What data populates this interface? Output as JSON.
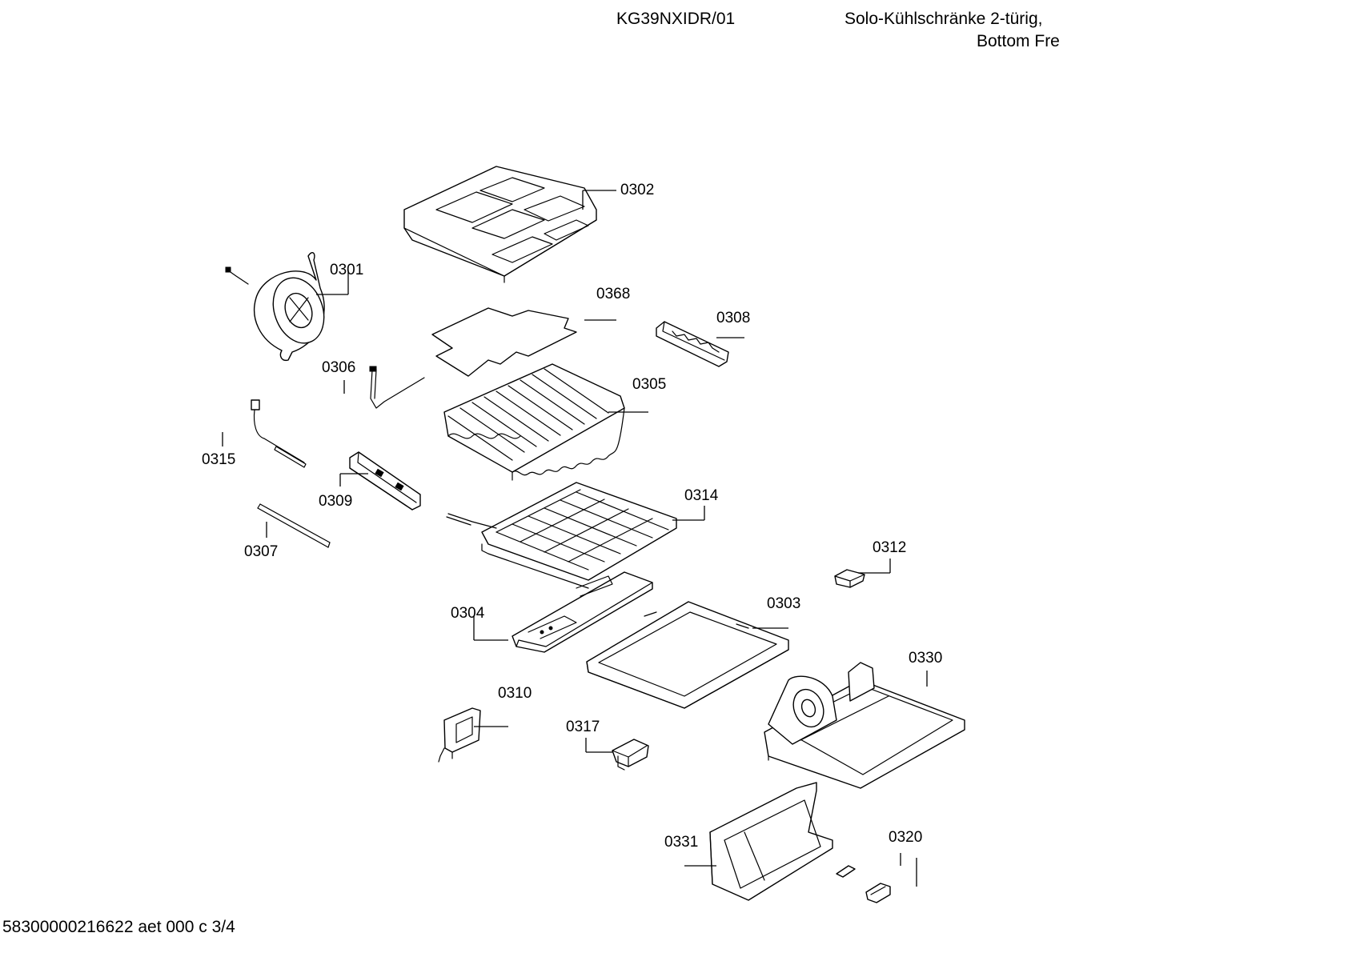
{
  "header": {
    "model": "KG39NXIDR/01",
    "description_line1": "Solo-Kühlschränke 2-türig,",
    "description_line2": "Bottom Fre"
  },
  "footer": {
    "doc_ref": "58300000216622 aet 000 c 3/4"
  },
  "parts": [
    {
      "id": "p0302",
      "label": "0302"
    },
    {
      "id": "p0301",
      "label": "0301"
    },
    {
      "id": "p0368",
      "label": "0368"
    },
    {
      "id": "p0308",
      "label": "0308"
    },
    {
      "id": "p0306",
      "label": "0306"
    },
    {
      "id": "p0305",
      "label": "0305"
    },
    {
      "id": "p0315",
      "label": "0315"
    },
    {
      "id": "p0309",
      "label": "0309"
    },
    {
      "id": "p0314",
      "label": "0314"
    },
    {
      "id": "p0307",
      "label": "0307"
    },
    {
      "id": "p0312",
      "label": "0312"
    },
    {
      "id": "p0304",
      "label": "0304"
    },
    {
      "id": "p0303",
      "label": "0303"
    },
    {
      "id": "p0330",
      "label": "0330"
    },
    {
      "id": "p0310",
      "label": "0310"
    },
    {
      "id": "p0317",
      "label": "0317"
    },
    {
      "id": "p0331",
      "label": "0331"
    },
    {
      "id": "p0320",
      "label": "0320"
    }
  ]
}
